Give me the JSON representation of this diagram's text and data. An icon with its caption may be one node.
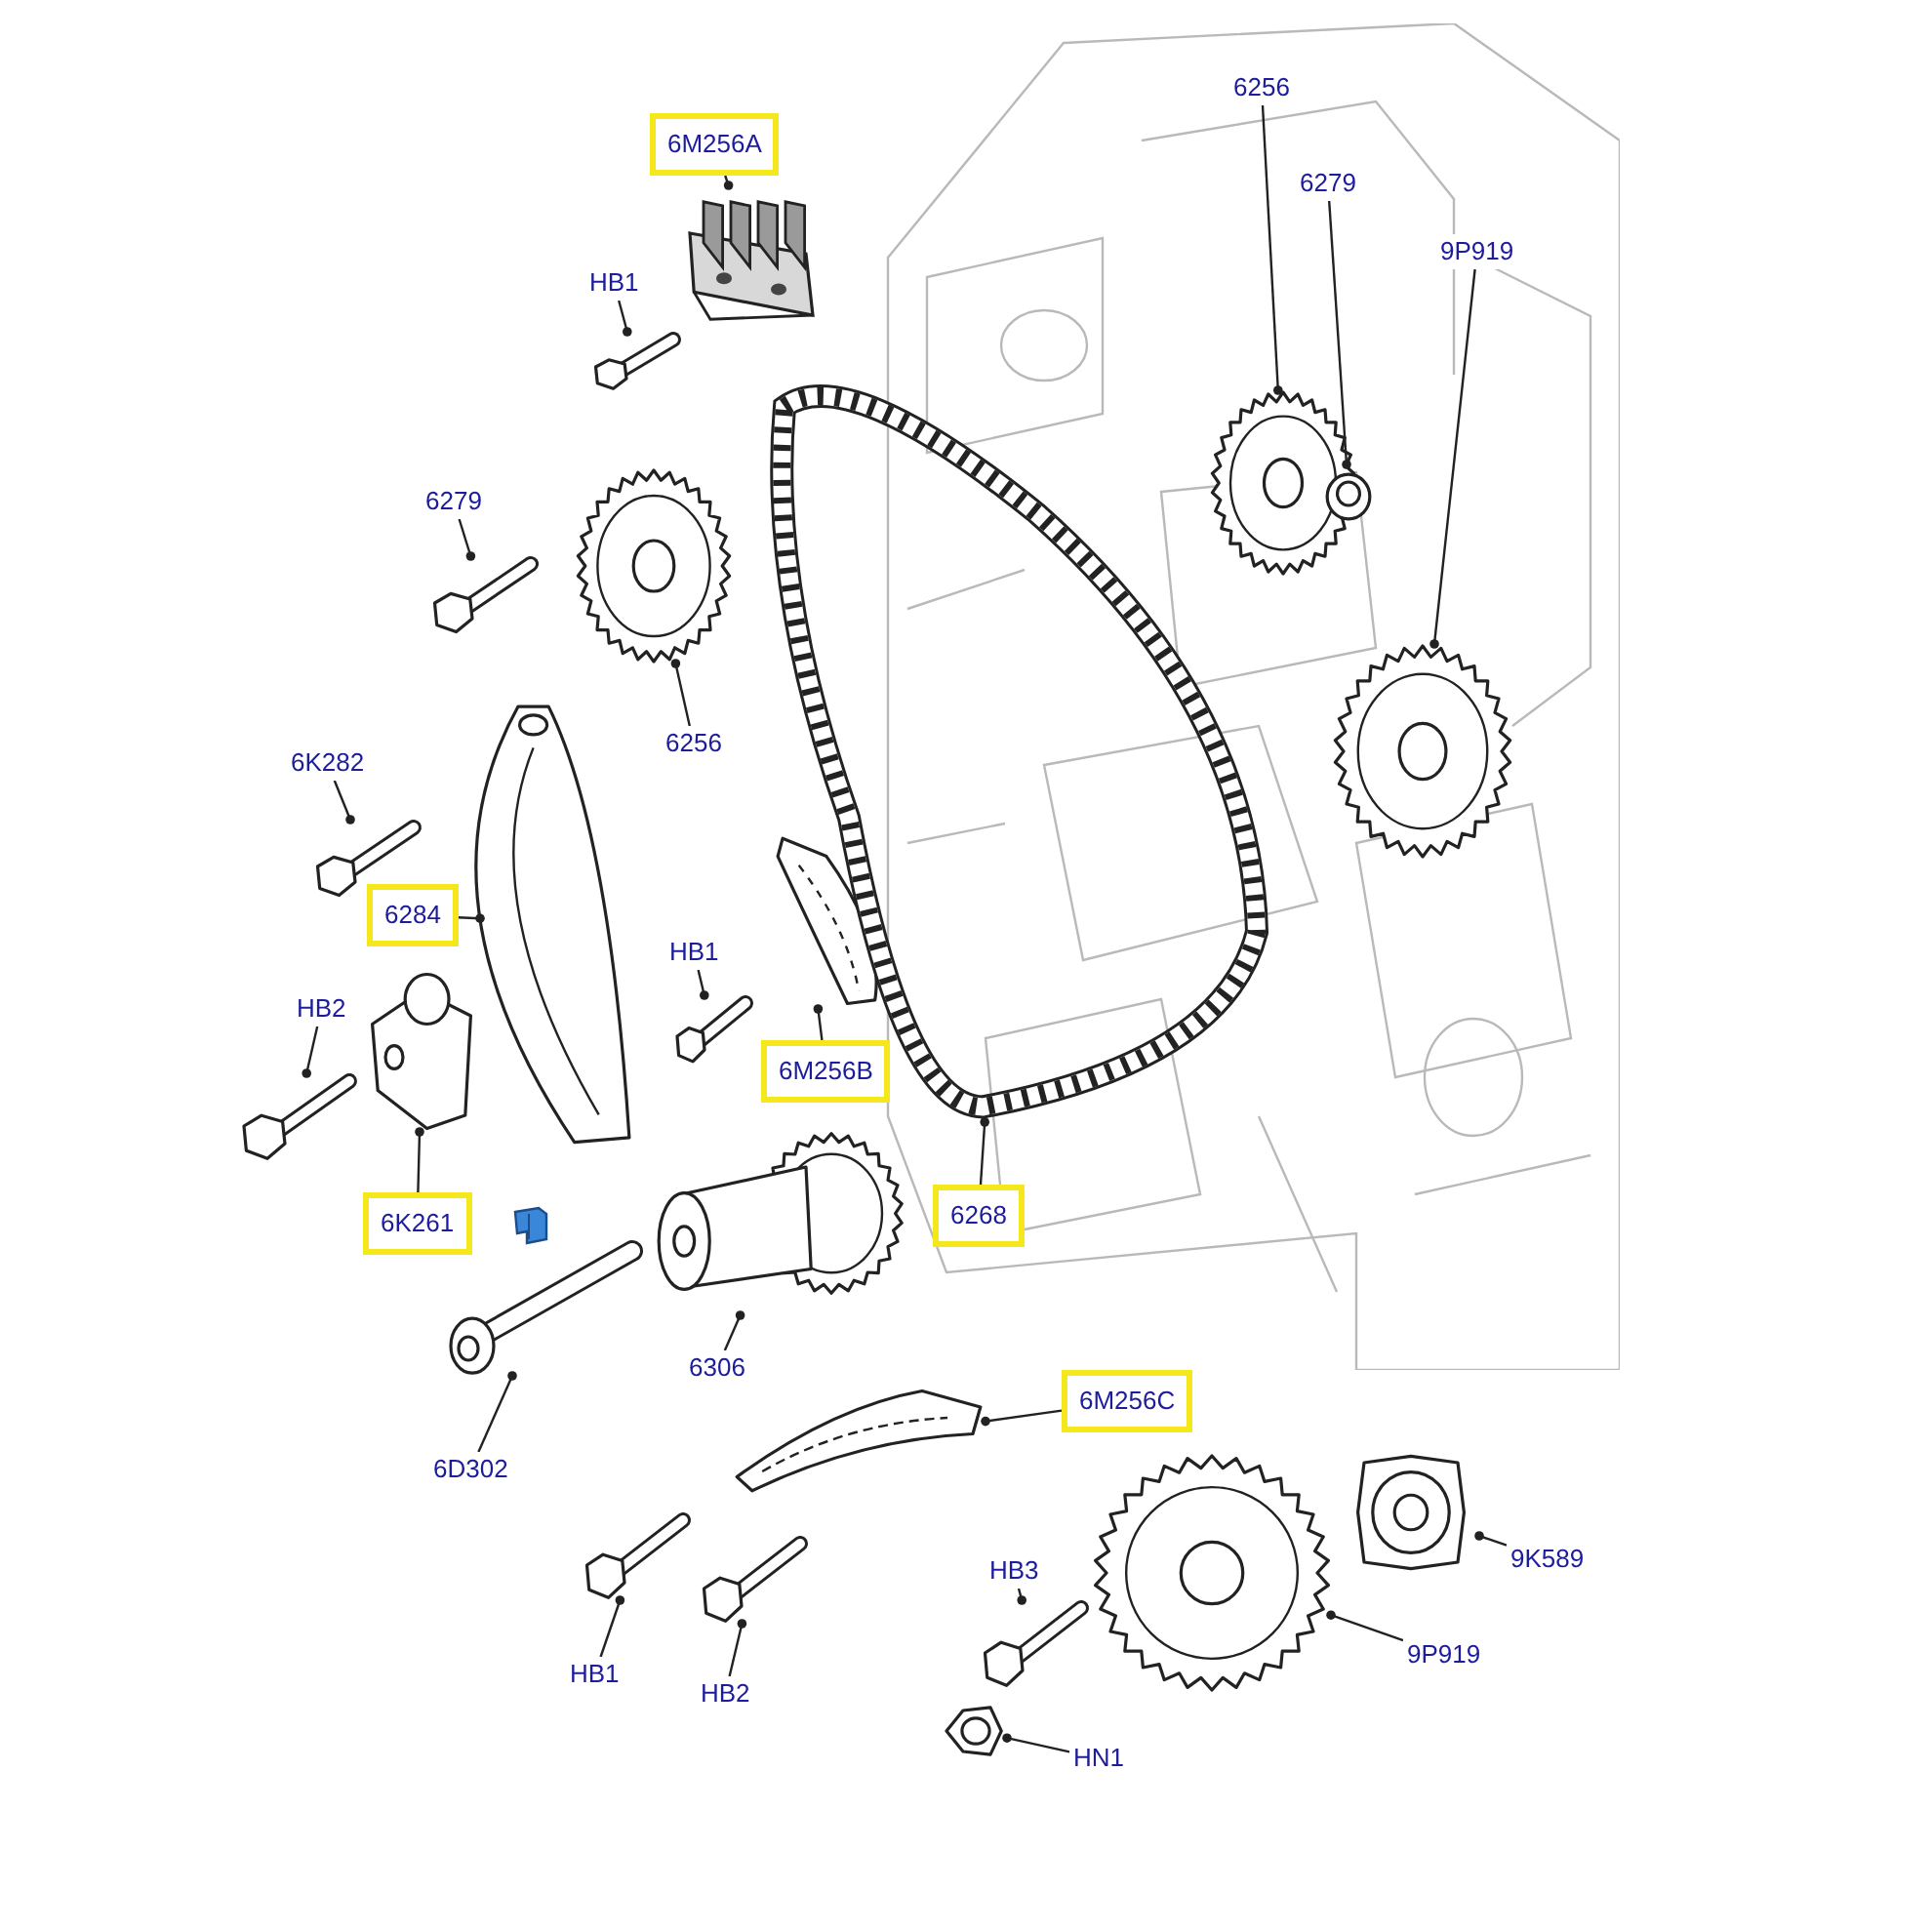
{
  "diagram": {
    "nodes": [
      {
        "text": [
          "6M256A"
        ]
      },
      {
        "text": [],
        "shape": "picture"
      },
      {
        "text": [
          "HB1"
        ]
      },
      {
        "text": [],
        "shape": "picture"
      },
      {
        "text": [
          "6256"
        ]
      },
      {
        "text": [],
        "shape": "picture"
      },
      {
        "text": [
          "6279"
        ]
      },
      {
        "text": [],
        "shape": "picture"
      },
      {
        "text": [
          "9P919"
        ]
      },
      {
        "text": [],
        "shape": "picture"
      },
      {
        "text": [
          "6279"
        ]
      },
      {
        "text": [],
        "shape": "picture"
      },
      {
        "text": [
          "6256"
        ]
      },
      {
        "text": [],
        "shape": "picture"
      },
      {
        "text": [
          "6K282"
        ]
      },
      {
        "text": [],
        "shape": "picture"
      },
      {
        "text": [
          "6284"
        ]
      },
      {
        "text": [],
        "shape": "picture"
      },
      {
        "text": [
          "HB1"
        ]
      },
      {
        "text": [],
        "shape": "picture"
      },
      {
        "text": [
          "6M256B"
        ]
      },
      {
        "text": [],
        "shape": "picture"
      },
      {
        "text": [
          "HB2"
        ]
      },
      {
        "text": [],
        "shape": "picture"
      },
      {
        "text": [
          "6K261"
        ]
      },
      {
        "text": [],
        "shape": "picture"
      },
      {
        "text": [
          "6268"
        ]
      },
      {
        "text": [],
        "shape": "picture"
      },
      {
        "text": [
          "6306"
        ]
      },
      {
        "text": [],
        "shape": "picture"
      },
      {
        "text": [
          "6D302"
        ]
      },
      {
        "text": [],
        "shape": "picture"
      },
      {
        "text": [
          "6M256C"
        ]
      },
      {
        "text": [],
        "shape": "picture"
      },
      {
        "text": [
          "HB1"
        ]
      },
      {
        "text": [],
        "shape": "picture"
      },
      {
        "text": [
          "HB2"
        ]
      },
      {
        "text": [],
        "shape": "picture"
      },
      {
        "text": [
          "HB3"
        ]
      },
      {
        "text": [],
        "shape": "picture"
      },
      {
        "text": [
          "HN1"
        ]
      },
      {
        "text": [],
        "shape": "picture"
      },
      {
        "text": [
          "9K589"
        ]
      },
      {
        "text": [],
        "shape": "picture"
      },
      {
        "text": [
          "9P919"
        ]
      },
      {
        "text": [],
        "shape": "picture"
      }
    ],
    "edges": [
      {
        "from": 0,
        "to": 1,
        "arrow": "other"
      },
      {
        "from": 2,
        "to": 3,
        "arrow": "other"
      },
      {
        "from": 4,
        "to": 5,
        "arrow": "other"
      },
      {
        "from": 6,
        "to": 7,
        "arrow": "other"
      },
      {
        "from": 8,
        "to": 9,
        "arrow": "other"
      },
      {
        "from": 10,
        "to": 11,
        "arrow": "other"
      },
      {
        "from": 12,
        "to": 13,
        "arrow": "other"
      },
      {
        "from": 14,
        "to": 15,
        "arrow": "other"
      },
      {
        "from": 16,
        "to": 17,
        "arrow": "other"
      },
      {
        "from": 18,
        "to": 19,
        "arrow": "other"
      },
      {
        "from": 20,
        "to": 21,
        "arrow": "other"
      },
      {
        "from": 22,
        "to": 23,
        "arrow": "other"
      },
      {
        "from": 24,
        "to": 25,
        "arrow": "other"
      },
      {
        "from": 26,
        "to": 27,
        "arrow": "other"
      },
      {
        "from": 28,
        "to": 29,
        "arrow": "other"
      },
      {
        "from": 30,
        "to": 31,
        "arrow": "other"
      },
      {
        "from": 32,
        "to": 33,
        "arrow": "other"
      },
      {
        "from": 34,
        "to": 35,
        "arrow": "other"
      },
      {
        "from": 36,
        "to": 37,
        "arrow": "other"
      },
      {
        "from": 38,
        "to": 39,
        "arrow": "other"
      },
      {
        "from": 40,
        "to": 41,
        "arrow": "other"
      },
      {
        "from": 42,
        "to": 43,
        "arrow": "other"
      },
      {
        "from": 44,
        "to": 45,
        "arrow": "other"
      }
    ]
  }
}
